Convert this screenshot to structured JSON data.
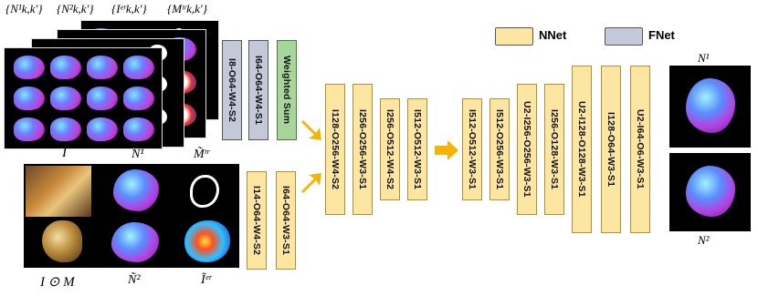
{
  "stack_labels": {
    "n1": "{N¹k,k′}",
    "n2": "{N²k,k′}",
    "ier": "{Iᵉʳk,k′}",
    "mtr": "{Mᵗʳk,k′}",
    "i": "I"
  },
  "panel_labels": {
    "n1_tilde": "Ñ¹",
    "m_tr": "M̃ᵗʳ",
    "i_dot_m": "I ⊙ M",
    "n2_tilde": "Ñ²",
    "i_er": "Ĩᵉʳ"
  },
  "output_labels": {
    "n1": "N¹",
    "n2": "N²"
  },
  "legend": {
    "nnet": "NNet",
    "fnet": "FNet"
  },
  "fnet_blocks": [
    "I8-O64-W4-S2",
    "I64-O64-W4-S1"
  ],
  "weighted_sum": "Weighted Sum",
  "nnet_input_blocks": [
    "I14-O64-W4-S2",
    "I64-O64-W3-S1"
  ],
  "encoder_blocks": [
    "I128-O256-W4-S2",
    "I256-O256-W3-S1",
    "I256-O512-W4-S2",
    "I512-O512-W3-S1"
  ],
  "decoder_blocks": [
    "I512-O512-W3-S1",
    "I512-O256-W3-S1",
    "U2-I256-O256-W3-S1",
    "I256-O128-W3-S1",
    "U2-I128-O128-W3-S1",
    "I128-O64-W3-S1",
    "U2-I64-O6-W3-S1"
  ]
}
